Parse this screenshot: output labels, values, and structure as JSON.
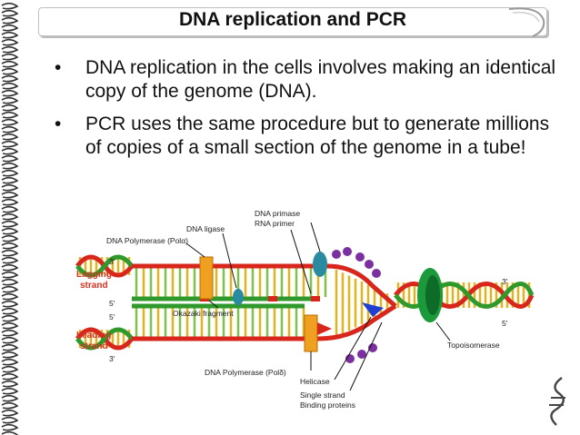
{
  "slide": {
    "title": "DNA replication and PCR",
    "bullets": [
      "DNA replication in the cells involves making an identical copy of the genome (DNA).",
      "PCR uses the same procedure but to generate millions of copies of a small section of the genome in a tube!"
    ],
    "bullet_symbol": "•"
  },
  "diagram": {
    "labels": {
      "dna_primase": "DNA primase",
      "rna_primer": "RNA primer",
      "dna_ligase": "DNA ligase",
      "dna_pol_alpha": "DNA Polymerase (Polα)",
      "okazaki": "Okazaki fragment",
      "topoisomerase": "Topoisomerase",
      "dna_pol_delta": "DNA Polymerase (Polδ)",
      "helicase": "Helicase",
      "ssb_line1": "Single strand",
      "ssb_line2": "Binding proteins"
    },
    "strand_labels": {
      "lagging_1": "Lagging",
      "lagging_2": "strand",
      "leading_1": "Leading",
      "leading_2": "strand"
    },
    "ends": {
      "left_top_3": "3'",
      "left_top_5": "5'",
      "left_bottom_5": "5'",
      "left_bottom_3": "3'",
      "right_3": "3'",
      "right_5": "5'"
    },
    "colors": {
      "strand_red": "#d8261c",
      "strand_green": "#2f9a2b",
      "rung_yellow": "#e2b31f",
      "polymerase_orange": "#f0a020",
      "topo_green": "#1b9a3c",
      "ssb_purple": "#7b2fa0",
      "primase_teal": "#2a8aa0",
      "helicase_blue": "#1f3fd0"
    }
  }
}
